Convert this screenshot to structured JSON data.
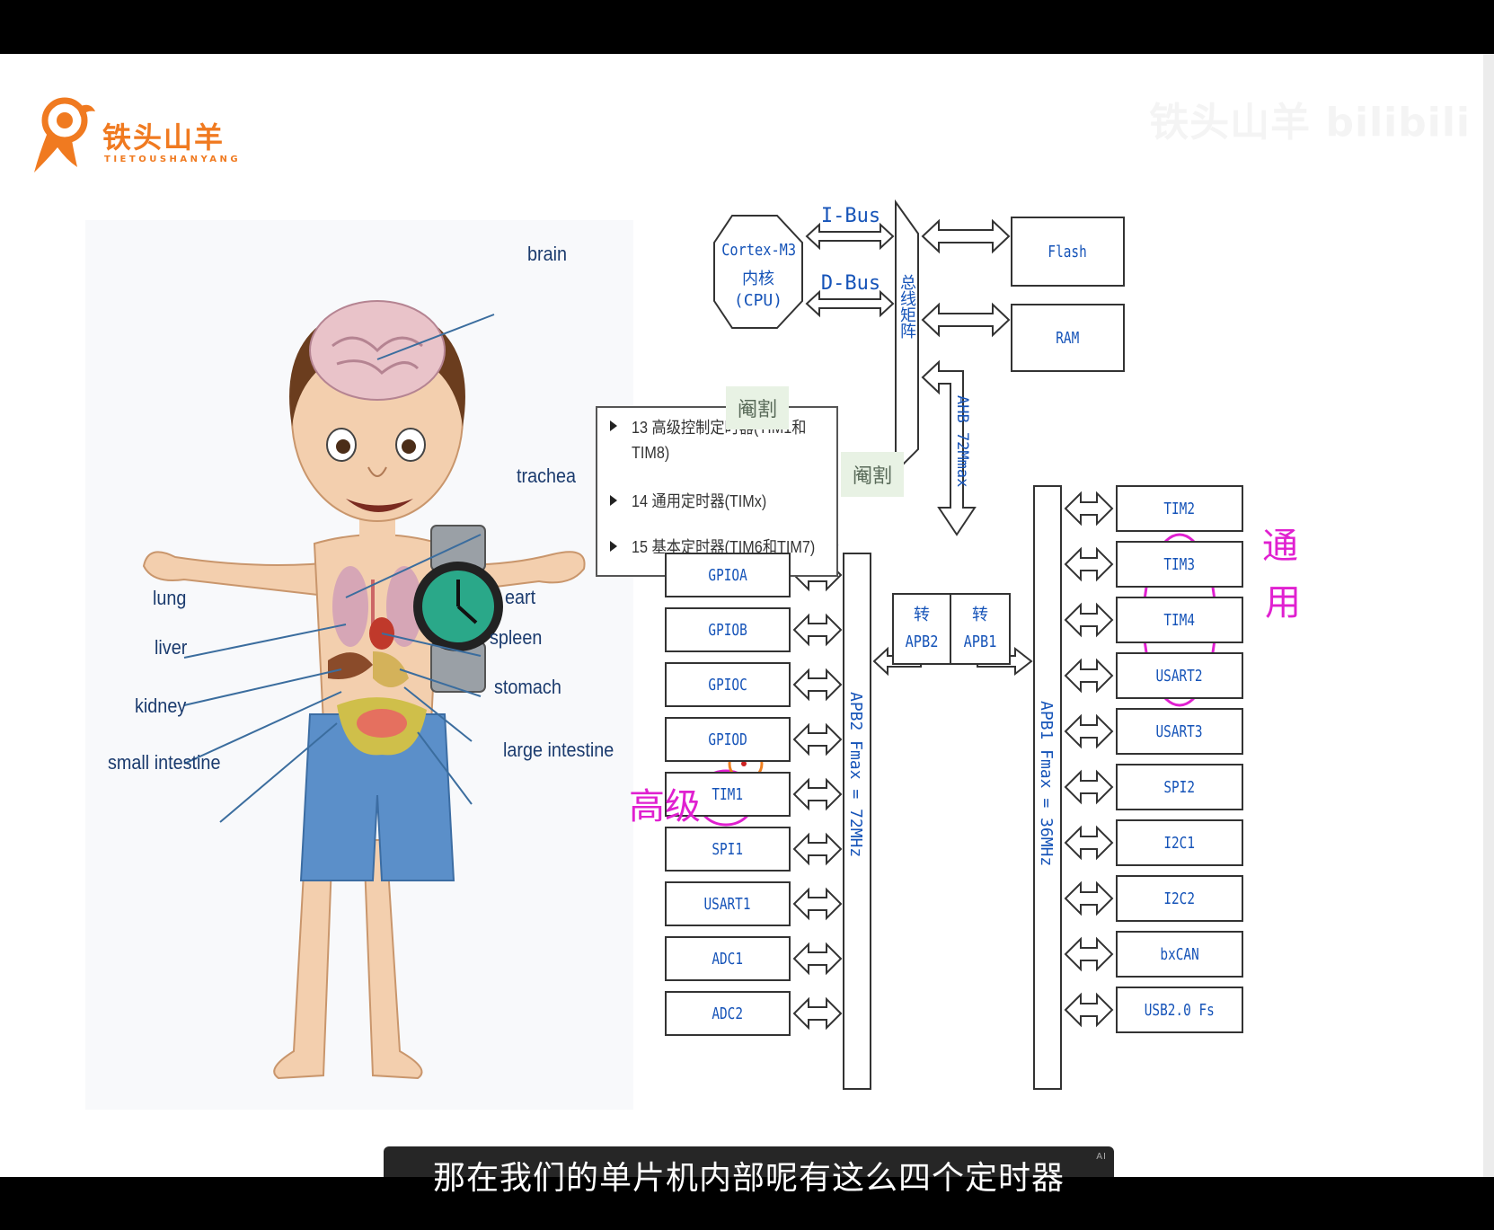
{
  "brand": {
    "name_cn": "铁头山羊",
    "name_en": "TIETOUSHANYANG",
    "accent": "#f07a20",
    "watermark": "铁头山羊 bilibili"
  },
  "body_labels": {
    "brain": "brain",
    "trachea": "trachea",
    "lung": "lung",
    "heart": "eart",
    "liver": "liver",
    "spleen": "spleen",
    "kidney": "kidney",
    "stomach": "stomach",
    "small_intestine": "small intestine",
    "large_intestine": "large intestine"
  },
  "core": {
    "cpu_line1": "Cortex-M3",
    "cpu_line2": "内核",
    "cpu_line3": "(CPU)",
    "ibus": "I-Bus",
    "dbus": "D-Bus",
    "matrix": "总线矩阵",
    "flash": "Flash",
    "ram": "RAM",
    "ahb": "AHB 72Mmax"
  },
  "timers": {
    "item1_line1": "13 高级控制定时器(TIM1和",
    "item1_line2": "TIM8)",
    "item2": "14 通用定时器(TIMx)",
    "item3": "15 基本定时器(TIM6和TIM7)",
    "cut1": "阉割",
    "cut2": "阉割"
  },
  "bridge": {
    "zhuan": "转",
    "apb2": "APB2",
    "apb1": "APB1"
  },
  "apb2_bus": "APB2 Fmax = 72MHz",
  "apb1_bus": "APB1 Fmax = 36MHz",
  "apb2_peripherals": [
    "GPIOA",
    "GPIOB",
    "GPIOC",
    "GPIOD",
    "TIM1",
    "SPI1",
    "USART1",
    "ADC1",
    "ADC2"
  ],
  "apb1_peripherals": [
    "TIM2",
    "TIM3",
    "TIM4",
    "USART2",
    "USART3",
    "SPI2",
    "I2C1",
    "I2C2",
    "bxCAN",
    "USB2.0 Fs"
  ],
  "handwriting": {
    "advanced": "高级",
    "general_1": "通",
    "general_2": "用",
    "color": "#e020d0"
  },
  "subtitle": "那在我们的单片机内部呢有这么四个定时器",
  "ai_badge": "AI"
}
